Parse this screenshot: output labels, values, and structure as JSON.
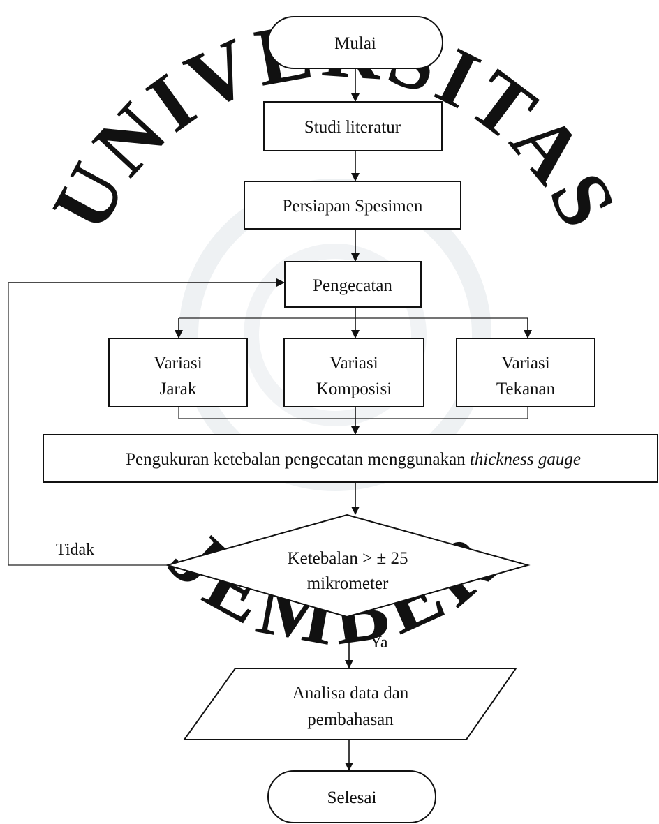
{
  "watermark": {
    "text": "UNIVERSITAS JEMBER",
    "color": "#e9edf0"
  },
  "flowchart": {
    "start": "Mulai",
    "literature": "Studi literatur",
    "specimen": "Persiapan Spesimen",
    "painting": "Pengecatan",
    "variation_distance": [
      "Variasi",
      "Jarak"
    ],
    "variation_composition": [
      "Variasi",
      "Komposisi"
    ],
    "variation_pressure": [
      "Variasi",
      "Tekanan"
    ],
    "measurement_prefix": "Pengukuran ketebalan pengecatan menggunakan",
    "measurement_italic": "thickness gauge",
    "decision": [
      "Ketebalan > ± 25",
      "mikrometer"
    ],
    "no_label": "Tidak",
    "yes_label": "Ya",
    "analysis": [
      "Analisa data dan",
      "pembahasan"
    ],
    "end": "Selesai"
  }
}
